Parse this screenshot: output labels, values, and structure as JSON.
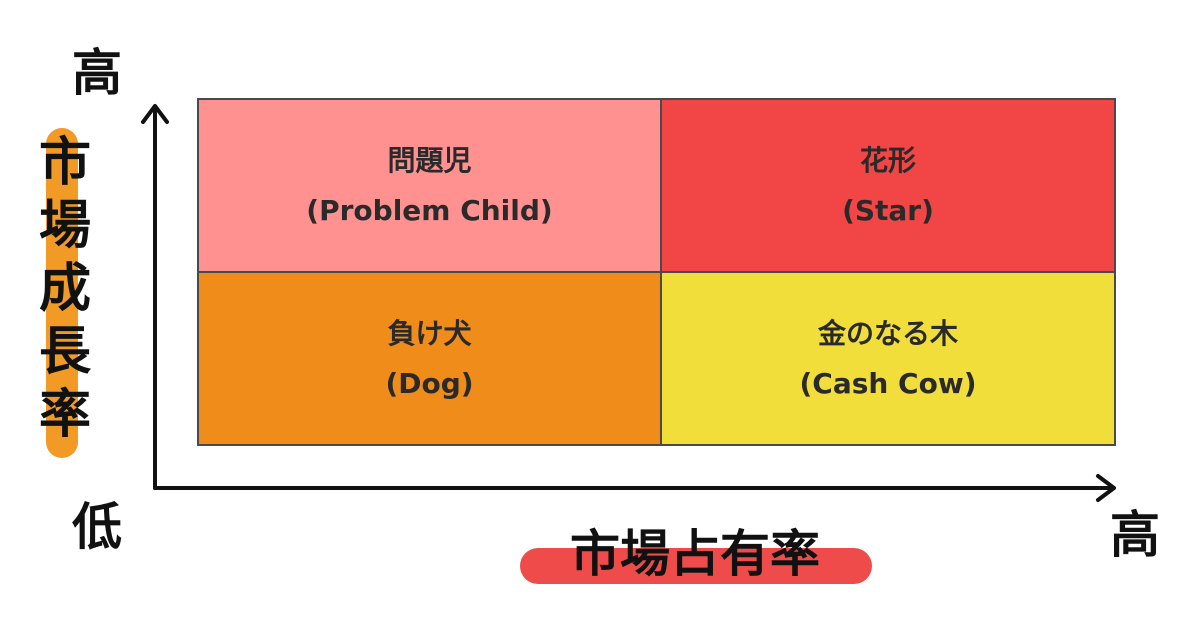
{
  "axes": {
    "y": {
      "title": "市場成長率",
      "high_label": "高",
      "low_label": "低",
      "highlight_color": "#F29A26"
    },
    "x": {
      "title": "市場占有率",
      "high_label": "高",
      "highlight_color": "#EF4B4B"
    },
    "line_color": "#111111"
  },
  "quadrants": {
    "problem_child": {
      "jp": "問題児",
      "en": "(Problem Child)",
      "color": "#FF9191"
    },
    "star": {
      "jp": "花形",
      "en": "(Star)",
      "color": "#F24646"
    },
    "dog": {
      "jp": "負け犬",
      "en": "(Dog)",
      "color": "#F08C1A"
    },
    "cash_cow": {
      "jp": "金のなる木",
      "en": "(Cash Cow)",
      "color": "#F2DE3B"
    }
  }
}
